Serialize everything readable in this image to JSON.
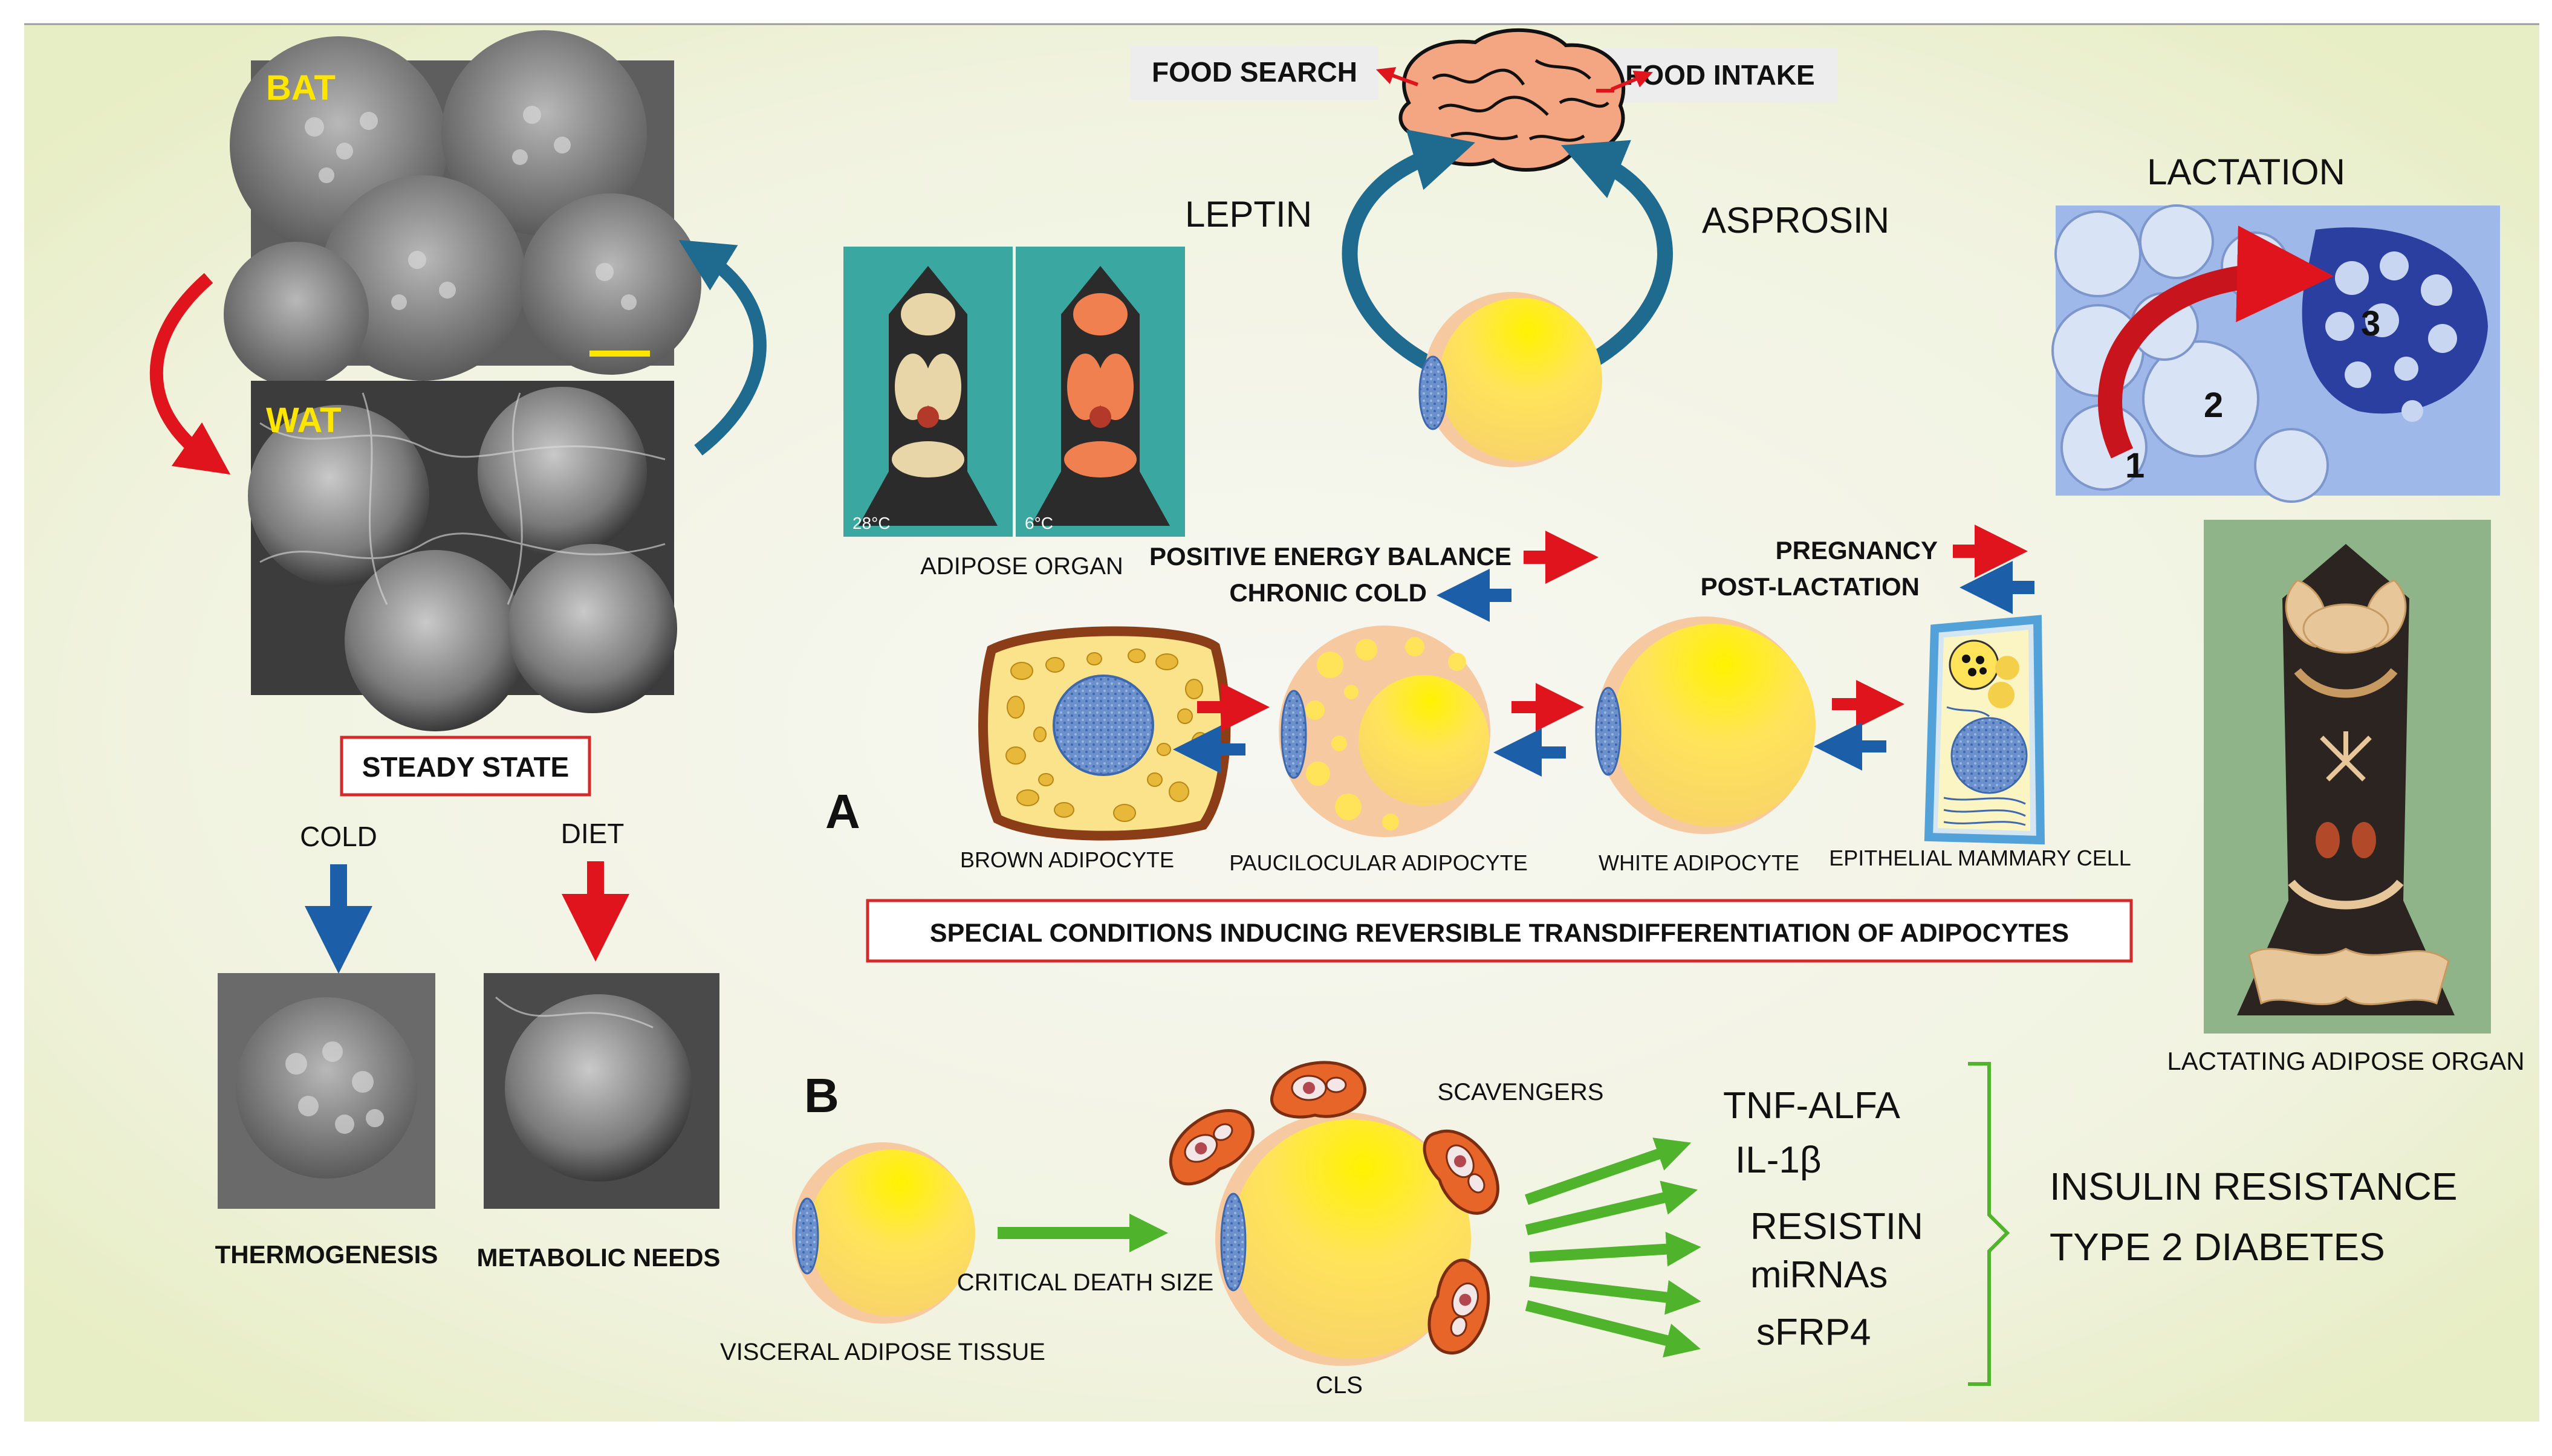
{
  "panel_labels": {
    "a": "A",
    "b": "B"
  },
  "top": {
    "food_search": "FOOD SEARCH",
    "food_intake": "FOOD INTAKE",
    "leptin": "LEPTIN",
    "asprosin": "ASPROSIN"
  },
  "left": {
    "bat": "BAT",
    "wat": "WAT",
    "steady_state": "STEADY STATE",
    "cold": "COLD",
    "diet": "DIET",
    "thermogenesis": "THERMOGENESIS",
    "metabolic_needs": "METABOLIC NEEDS"
  },
  "organ": {
    "label": "ADIPOSE ORGAN",
    "temp_warm": "28°C",
    "temp_cold": "6°C"
  },
  "conditions": {
    "positive_energy_balance": "POSITIVE ENERGY BALANCE",
    "chronic_cold": "CHRONIC COLD",
    "pregnancy": "PREGNANCY",
    "post_lactation": "POST-LACTATION"
  },
  "cells": {
    "brown": "BROWN ADIPOCYTE",
    "paucilocular": "PAUCILOCULAR ADIPOCYTE",
    "white": "WHITE ADIPOCYTE",
    "epithelial": "EPITHELIAL MAMMARY CELL"
  },
  "special_conditions": "SPECIAL CONDITIONS INDUCING REVERSIBLE TRANSDIFFERENTIATION OF ADIPOCYTES",
  "lactation": {
    "title": "LACTATION",
    "n1": "1",
    "n2": "2",
    "n3": "3",
    "organ_label": "LACTATING ADIPOSE ORGAN"
  },
  "panel_b": {
    "visceral": "VISCERAL ADIPOSE TISSUE",
    "critical_death_size": "CRITICAL DEATH SIZE",
    "cls": "CLS",
    "scavengers": "SCAVENGERS",
    "cytokines": [
      "TNF-ALFA",
      "IL-1β",
      "RESISTIN",
      "miRNAs",
      "sFRP4"
    ],
    "outcome_1": "INSULIN RESISTANCE",
    "outcome_2": "TYPE 2 DIABETES"
  },
  "colors": {
    "background": "#f0f2d8",
    "red_arrow": "#e0141d",
    "blue_arrow": "#1c5fa8",
    "teal_arrow": "#1e6b8f",
    "green_arrow": "#4fb32b",
    "box_border": "#d32b2b",
    "adipocyte_yellow": "#ffe45a",
    "adipocyte_rim": "#f7c9a0",
    "nucleus_blue": "#5c86c6",
    "label_yellow": "#ffe600"
  },
  "icons": [
    "brain-icon",
    "macrophage-icon"
  ]
}
